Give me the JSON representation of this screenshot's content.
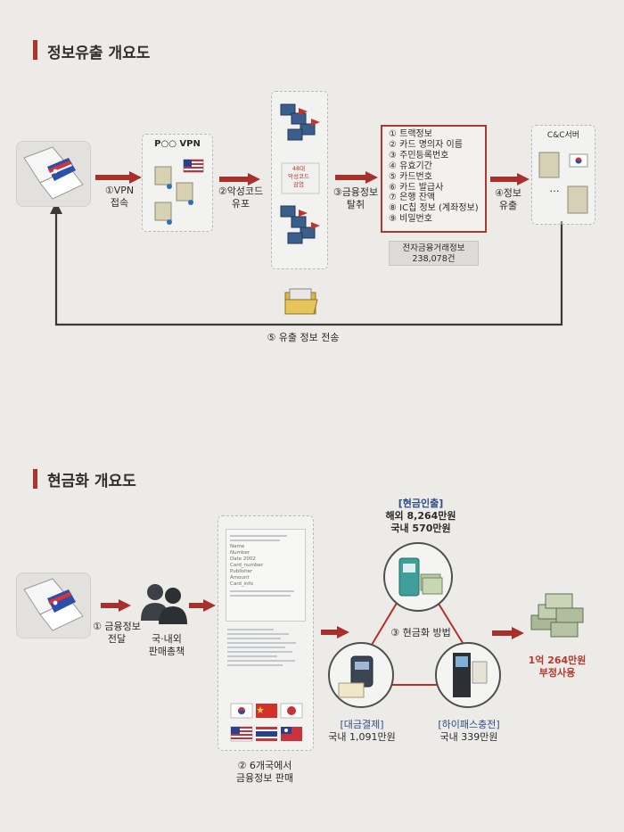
{
  "section1": {
    "title": "정보유출 개요도",
    "vpn_box_label": "P○○ VPN",
    "step1": [
      "①VPN",
      "접속"
    ],
    "step2": [
      "②악성코드",
      "유포"
    ],
    "malware_center": [
      "48대",
      "악성코드",
      "감염"
    ],
    "step3": [
      "③금융정보",
      "탈취"
    ],
    "stolen_items": [
      "① 트랙정보",
      "② 카드 명의자 이름",
      "③ 주민등록번호",
      "④ 유효기간",
      "⑤ 카드번호",
      "⑥ 카드 발급사",
      "⑦ 은행 잔액",
      "⑧ IC칩 정보 (계좌정보)",
      "⑨ 비밀번호"
    ],
    "summary_box": [
      "전자금융거래정보",
      "238,078건"
    ],
    "step4": [
      "④정보",
      "유출"
    ],
    "server_label": "C&C서버",
    "server_ellipsis": "…",
    "step5": "⑤ 유출 정보 전송"
  },
  "section2": {
    "title": "현금화 개요도",
    "step1": [
      "① 금융정보",
      "전달"
    ],
    "sellers": [
      "국·내외",
      "판매총책"
    ],
    "doc_fields": [
      "Name",
      "Number",
      "Date 2002",
      "Card_number",
      "Publisher",
      "Amount",
      "Card_info"
    ],
    "step2": [
      "② 6개국에서",
      "금융정보 판매"
    ],
    "cash_withdraw": [
      "[현금인출]",
      "해외 8,264만원",
      "국내   570만원"
    ],
    "method_label": "③ 현금화 방법",
    "payment": [
      "[대금결제]",
      "국내 1,091만원"
    ],
    "hipass": [
      "[하이패스충전]",
      "국내 339만원"
    ],
    "total": [
      "1억 264만원",
      "부정사용"
    ]
  },
  "colors": {
    "accent": "#b5302b",
    "line": "#3a3a3a",
    "background": "#ecebe8"
  }
}
